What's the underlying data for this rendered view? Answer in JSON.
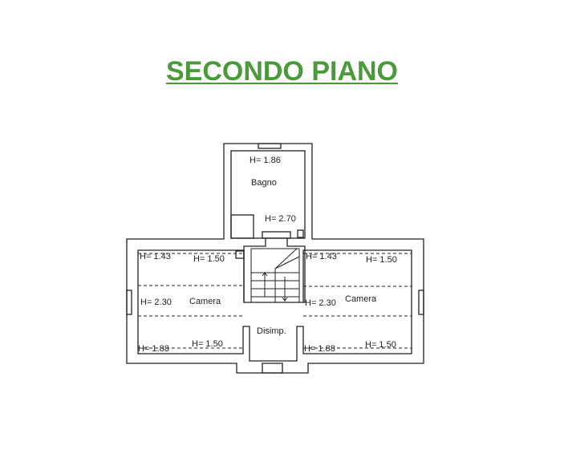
{
  "title": "SECONDO PIANO",
  "colors": {
    "title": "#4a9a3a",
    "lines": "#222222"
  },
  "rooms": {
    "bagno": {
      "name": "Bagno",
      "h_top": "H= 1.86",
      "h_low": "H= 2.70"
    },
    "camera_left": {
      "name": "Camera",
      "h_tl": "H= 1.43",
      "h_tr": "H= 1.50",
      "h_mid": "H= 2.30",
      "h_bl": "H= 1.88",
      "h_br": "H= 1.50"
    },
    "camera_right": {
      "name": "Camera",
      "h_tl": "H= 1.43",
      "h_tr": "H= 1.50",
      "h_mid": "H= 2.30",
      "h_bl": "H= 1.88",
      "h_br": "H= 1.50"
    },
    "disimp": {
      "name": "Disimp."
    }
  }
}
